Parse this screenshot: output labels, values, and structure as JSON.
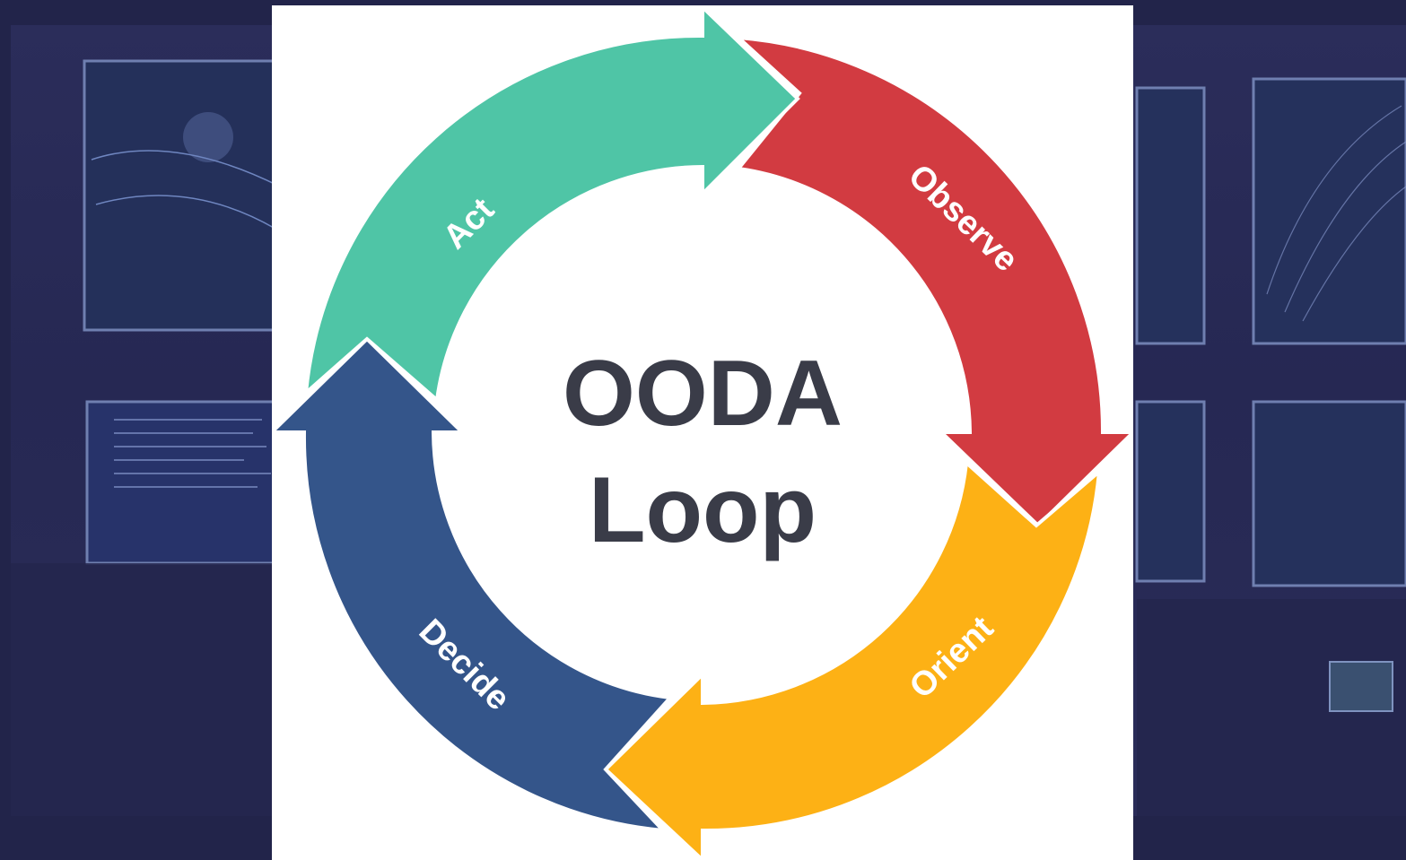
{
  "diagram": {
    "center_title_line1": "OODA",
    "center_title_line2": "Loop",
    "segments": [
      {
        "label": "Observe",
        "color": "#d23b41"
      },
      {
        "label": "Orient",
        "color": "#fdb115"
      },
      {
        "label": "Decide",
        "color": "#34558a"
      },
      {
        "label": "Act",
        "color": "#4fc5a6"
      }
    ]
  },
  "background": {
    "description_color": "#22244a"
  }
}
